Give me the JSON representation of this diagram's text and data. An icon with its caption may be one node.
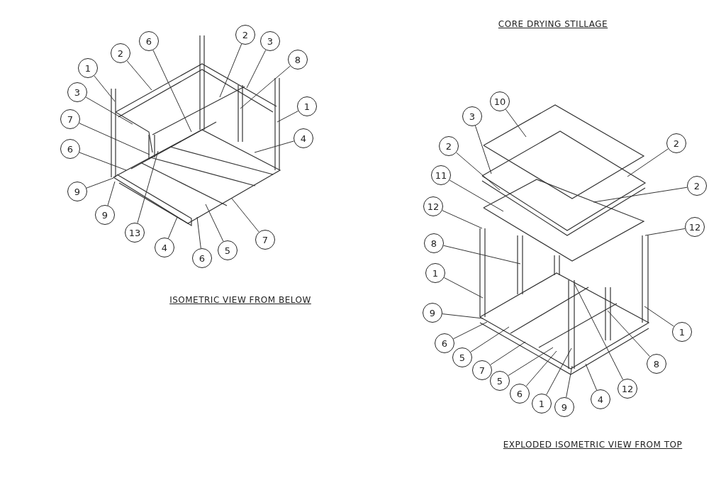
{
  "diagram": {
    "title": "CORE DRYING STILLAGE",
    "nodes": [
      {
        "text": [
          "2"
        ]
      },
      {
        "text": [
          "6"
        ]
      },
      {
        "text": [
          "3"
        ]
      },
      {
        "text": [
          "2"
        ]
      },
      {
        "text": [
          "8"
        ]
      },
      {
        "text": [
          "1"
        ]
      },
      {
        "text": [
          "3"
        ]
      },
      {
        "text": [
          "1"
        ]
      },
      {
        "text": [
          "7"
        ]
      },
      {
        "text": [
          "4"
        ]
      },
      {
        "text": [
          "6"
        ]
      },
      {
        "text": [
          "9"
        ]
      },
      {
        "text": [
          "9"
        ]
      },
      {
        "text": [
          "13"
        ]
      },
      {
        "text": [
          "7"
        ]
      },
      {
        "text": [
          "4"
        ]
      },
      {
        "text": [
          "5"
        ]
      },
      {
        "text": [
          "6"
        ]
      },
      {
        "text": [
          "10"
        ]
      },
      {
        "text": [
          "3"
        ]
      },
      {
        "text": [
          "2"
        ]
      },
      {
        "text": [
          "2"
        ]
      },
      {
        "text": [
          "11"
        ]
      },
      {
        "text": [
          "2"
        ]
      },
      {
        "text": [
          "12"
        ]
      },
      {
        "text": [
          "12"
        ]
      },
      {
        "text": [
          "8"
        ]
      },
      {
        "text": [
          "1"
        ]
      },
      {
        "text": [
          "9"
        ]
      },
      {
        "text": [
          "1"
        ]
      },
      {
        "text": [
          "6"
        ]
      },
      {
        "text": [
          "5"
        ]
      },
      {
        "text": [
          "8"
        ]
      },
      {
        "text": [
          "7"
        ]
      },
      {
        "text": [
          "5"
        ]
      },
      {
        "text": [
          "12"
        ]
      },
      {
        "text": [
          "6"
        ]
      },
      {
        "text": [
          "4"
        ]
      },
      {
        "text": [
          "1"
        ]
      },
      {
        "text": [
          "9"
        ]
      }
    ],
    "edges": [
      {
        "from": 0,
        "to": null,
        "arrow": "none"
      },
      {
        "from": 1,
        "to": null,
        "arrow": "none"
      },
      {
        "from": 2,
        "to": null,
        "arrow": "none"
      },
      {
        "from": 3,
        "to": null,
        "arrow": "none"
      },
      {
        "from": 4,
        "to": null,
        "arrow": "none"
      },
      {
        "from": 5,
        "to": null,
        "arrow": "none"
      },
      {
        "from": 6,
        "to": null,
        "arrow": "none"
      },
      {
        "from": 7,
        "to": null,
        "arrow": "none"
      },
      {
        "from": 8,
        "to": null,
        "arrow": "none"
      },
      {
        "from": 9,
        "to": null,
        "arrow": "none"
      },
      {
        "from": 10,
        "to": null,
        "arrow": "none"
      },
      {
        "from": 11,
        "to": null,
        "arrow": "none"
      },
      {
        "from": 12,
        "to": null,
        "arrow": "none"
      },
      {
        "from": 13,
        "to": null,
        "arrow": "none"
      },
      {
        "from": 14,
        "to": null,
        "arrow": "none"
      },
      {
        "from": 15,
        "to": null,
        "arrow": "none"
      },
      {
        "from": 16,
        "to": null,
        "arrow": "none"
      },
      {
        "from": 17,
        "to": null,
        "arrow": "none"
      },
      {
        "from": 18,
        "to": null,
        "arrow": "none"
      },
      {
        "from": 19,
        "to": null,
        "arrow": "none"
      },
      {
        "from": 20,
        "to": null,
        "arrow": "none"
      },
      {
        "from": 21,
        "to": null,
        "arrow": "none"
      },
      {
        "from": 22,
        "to": null,
        "arrow": "none"
      },
      {
        "from": 23,
        "to": null,
        "arrow": "none"
      },
      {
        "from": 24,
        "to": null,
        "arrow": "none"
      },
      {
        "from": 25,
        "to": null,
        "arrow": "none"
      },
      {
        "from": 26,
        "to": null,
        "arrow": "none"
      },
      {
        "from": 27,
        "to": null,
        "arrow": "none"
      },
      {
        "from": 28,
        "to": null,
        "arrow": "none"
      },
      {
        "from": 29,
        "to": null,
        "arrow": "none"
      },
      {
        "from": 30,
        "to": null,
        "arrow": "none"
      },
      {
        "from": 31,
        "to": null,
        "arrow": "none"
      },
      {
        "from": 32,
        "to": null,
        "arrow": "none"
      },
      {
        "from": 33,
        "to": null,
        "arrow": "none"
      },
      {
        "from": 34,
        "to": null,
        "arrow": "none"
      },
      {
        "from": 35,
        "to": null,
        "arrow": "none"
      },
      {
        "from": 36,
        "to": null,
        "arrow": "none"
      },
      {
        "from": 37,
        "to": null,
        "arrow": "none"
      },
      {
        "from": 38,
        "to": null,
        "arrow": "none"
      },
      {
        "from": 39,
        "to": null,
        "arrow": "none"
      }
    ],
    "labels": [
      "ISOMETRIC VIEW FROM BELOW",
      "EXPLODED ISOMETRIC VIEW FROM TOP"
    ]
  }
}
